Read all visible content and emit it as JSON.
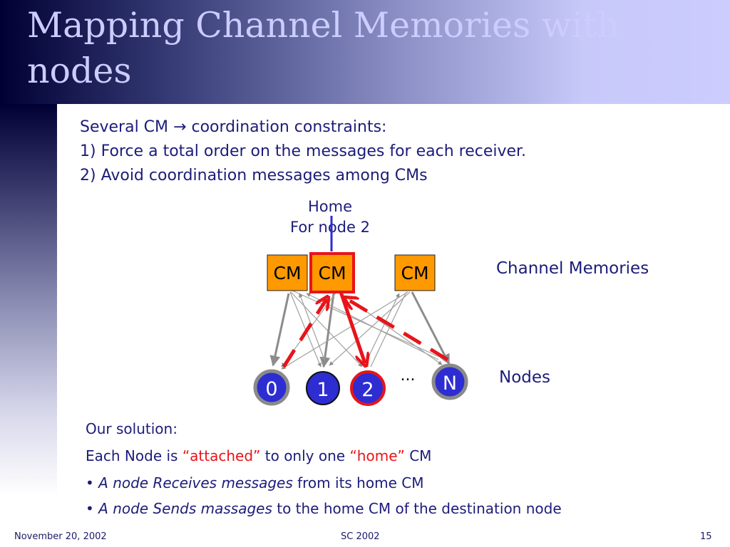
{
  "slide": {
    "title_line1": "Mapping Channel Memories with",
    "title_line2": "nodes"
  },
  "intro": {
    "line1_before": "Several CM",
    "line1_arrow": "→",
    "line1_after": "coordination constraints:",
    "line2": "1) Force a total order on the messages for each receiver.",
    "line3": "2) Avoid coordination messages among CMs"
  },
  "diagram": {
    "home_label_line1": "Home",
    "home_label_line2": "For node 2",
    "cm_label": "CM",
    "channel_memories_label": "Channel Memories",
    "nodes_label": "Nodes",
    "ellipsis": "...",
    "node_labels": [
      "0",
      "1",
      "2",
      "N"
    ],
    "colors": {
      "cm_fill": "#ff9900",
      "home_highlight": "#e8141a",
      "node_fill": "#2d2dd2",
      "node_ring": "#8a8a8a",
      "red_arrow": "#e8141a",
      "gray_arrow": "#8c8c8c"
    }
  },
  "solution": {
    "heading": "Our solution:",
    "line1_part1": "Each Node is ",
    "line1_attached": "“attached”",
    "line1_part2": " to only one ",
    "line1_home": "“home”",
    "line1_part3": " CM",
    "bullet": "•",
    "bullet1_italic": "A node Receives messages",
    "bullet1_rest": " from its home CM",
    "bullet2_italic": "A node Sends massages",
    "bullet2_rest": " to the home CM of the destination node"
  },
  "footer": {
    "date": "November 20, 2002",
    "conference": "SC 2002",
    "page_number": "15"
  }
}
